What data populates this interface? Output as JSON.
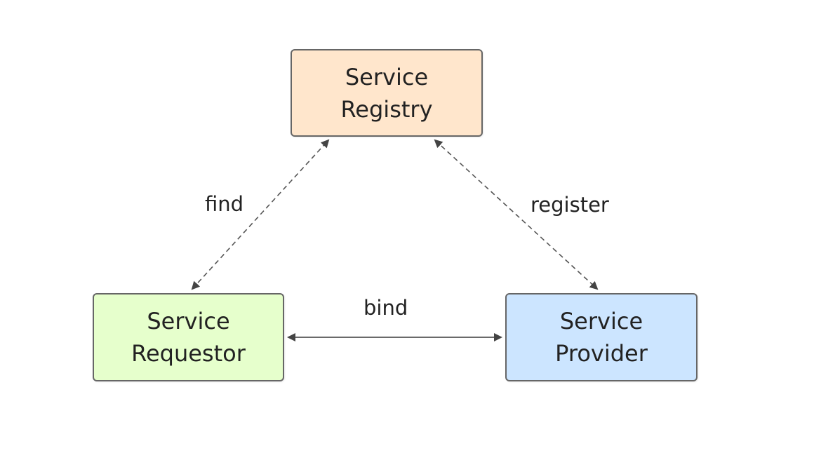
{
  "nodes": {
    "registry": {
      "line1": "Service",
      "line2": "Registry",
      "fill": "#FFE6CC"
    },
    "requestor": {
      "line1": "Service",
      "line2": "Requestor",
      "fill": "#E6FFCC"
    },
    "provider": {
      "line1": "Service",
      "line2": "Provider",
      "fill": "#CCE5FF"
    }
  },
  "edges": {
    "find": {
      "label": "find",
      "style": "dashed",
      "direction": "both"
    },
    "register": {
      "label": "register",
      "style": "dashed",
      "direction": "both"
    },
    "bind": {
      "label": "bind",
      "style": "solid",
      "direction": "both"
    }
  },
  "colors": {
    "border": "#666666",
    "edge": "#555555",
    "text": "#222222"
  }
}
